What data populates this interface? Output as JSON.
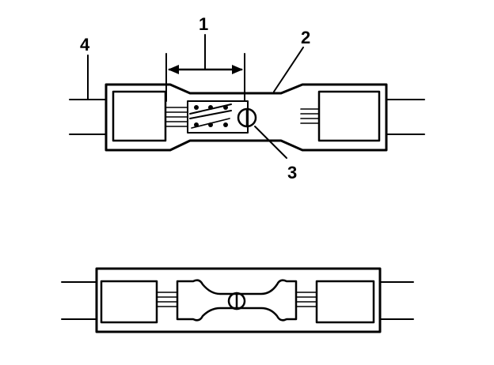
{
  "diagram": {
    "callouts": [
      "1",
      "2",
      "3",
      "4"
    ]
  }
}
